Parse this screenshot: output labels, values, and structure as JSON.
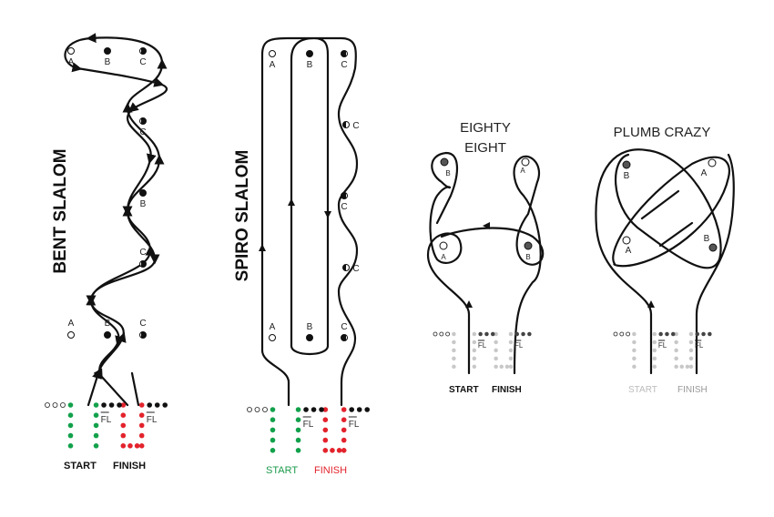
{
  "diagrams": [
    {
      "title": "BENT SLALOM",
      "cones": [
        "A",
        "B",
        "C",
        "C",
        "B",
        "C",
        "A",
        "B",
        "C"
      ],
      "start": "START",
      "finish": "FINISH",
      "fl": "FL",
      "start_color": "#111111",
      "finish_color": "#111111"
    },
    {
      "title": "SPIRO SLALOM",
      "cones": [
        "A",
        "B",
        "C",
        "C",
        "C",
        "C",
        "A",
        "B",
        "C"
      ],
      "start": "START",
      "finish": "FINISH",
      "fl": "FL",
      "start_color": "#1a9a4a",
      "finish_color": "#e3232c"
    },
    {
      "title_line1": "EIGHTY",
      "title_line2": "EIGHT",
      "cones": [
        "B",
        "A",
        "A",
        "B"
      ],
      "start": "START",
      "finish": "FINISH",
      "fl": "FL",
      "start_color": "#111111",
      "finish_color": "#111111"
    },
    {
      "title": "PLUMB CRAZY",
      "cones": [
        "B",
        "A",
        "A",
        "B"
      ],
      "start": "START",
      "finish": "FINISH",
      "fl": "FL",
      "start_color": "#bbbbbb",
      "finish_color": "#999999"
    }
  ],
  "colors": {
    "green": "#12a14b",
    "red": "#e3232c",
    "black": "#111111",
    "gray": "#c8c8c8"
  }
}
